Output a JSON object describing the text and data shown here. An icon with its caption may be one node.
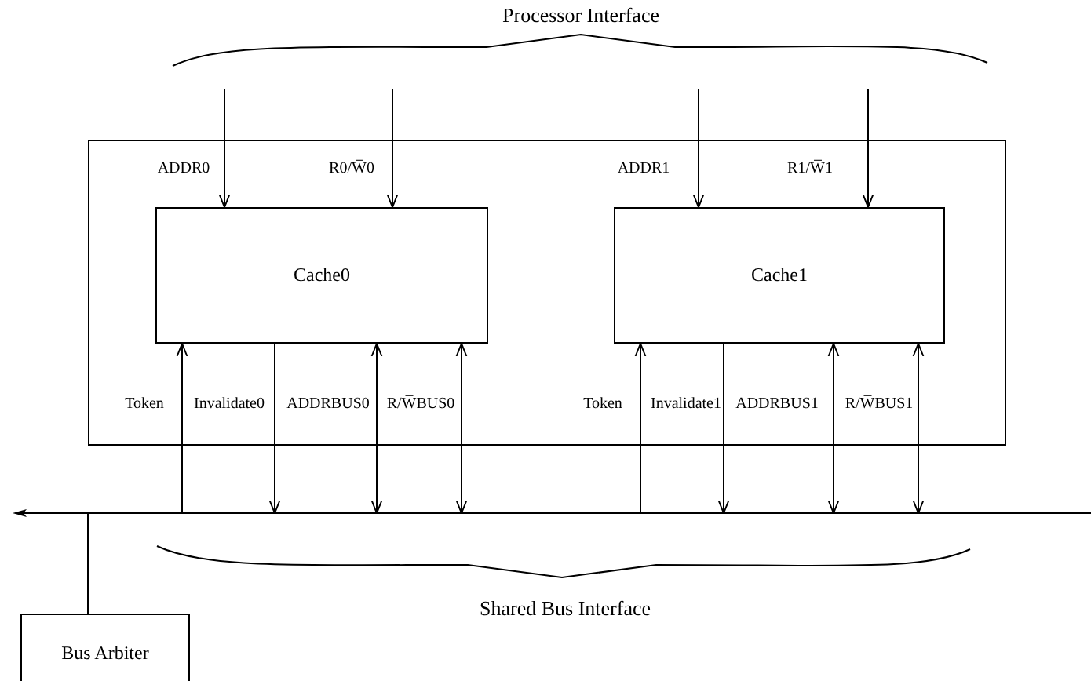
{
  "diagram": {
    "nodes": [
      {
        "text": [],
        "shape": "box"
      },
      {
        "text": [
          "Cache0"
        ],
        "in": 0
      },
      {
        "text": [
          "Cache1"
        ],
        "in": 0
      },
      {
        "text": [],
        "shape": "bar"
      },
      {
        "text": [
          "Bus Arbiter"
        ]
      }
    ],
    "edges": [
      {
        "from": null,
        "to": 1,
        "arrow": "to",
        "label": "ADDR0"
      },
      {
        "from": null,
        "to": 1,
        "arrow": "to",
        "label": "R0/W̅0"
      },
      {
        "from": null,
        "to": 2,
        "arrow": "to",
        "label": "ADDR1"
      },
      {
        "from": null,
        "to": 2,
        "arrow": "to",
        "label": "R1/W̅1"
      },
      {
        "from": 3,
        "to": 1,
        "arrow": "to",
        "label": "Token"
      },
      {
        "from": 1,
        "to": 3,
        "arrow": "to",
        "label": "Invalidate0"
      },
      {
        "from": 1,
        "to": 3,
        "arrow": "both",
        "label": "ADDRBUS0"
      },
      {
        "from": 1,
        "to": 3,
        "arrow": "both",
        "label": "R/W̅BUS0"
      },
      {
        "from": 3,
        "to": 2,
        "arrow": "to",
        "label": "Token"
      },
      {
        "from": 2,
        "to": 3,
        "arrow": "to",
        "label": "Invalidate1"
      },
      {
        "from": 2,
        "to": 3,
        "arrow": "both",
        "label": "ADDRBUS1"
      },
      {
        "from": 2,
        "to": 3,
        "arrow": "both",
        "label": "R/W̅BUS1"
      },
      {
        "from": 4,
        "to": 3,
        "arrow": "none"
      }
    ],
    "labels": [
      "Processor Interface",
      "Shared Bus Interface"
    ]
  }
}
